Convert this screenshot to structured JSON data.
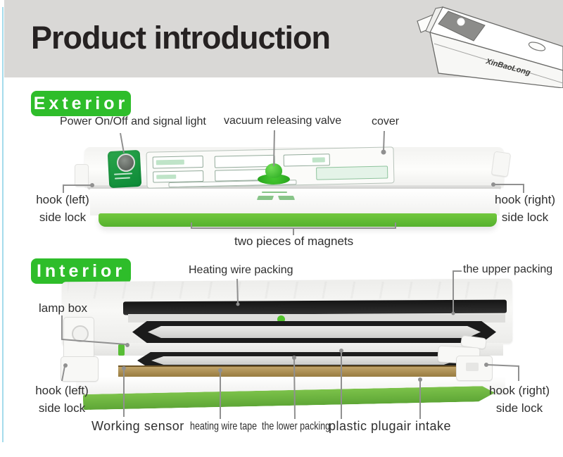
{
  "page": {
    "banner_bg": "#d9d8d6",
    "accent_green": "#2ebd2a",
    "stripe_green": "#63bd35",
    "leader_gray": "#909090"
  },
  "header": {
    "title": "Product introduction",
    "brand": "XinBaoLong"
  },
  "icons": {
    "screw": "+"
  },
  "exterior": {
    "section_label": "Exterior",
    "labels": {
      "power": "Power On/Off and signal light",
      "valve": "vacuum releasing valve",
      "cover": "cover",
      "hook_left_line1": "hook (left)",
      "hook_left_line2": "side lock",
      "hook_right_line1": "hook (right)",
      "hook_right_line2": "side lock",
      "magnets": "two pieces of magnets"
    }
  },
  "interior": {
    "section_label": "Interior",
    "labels": {
      "heating_wire_packing": "Heating wire packing",
      "upper_packing": "the upper packing",
      "lamp_box": "lamp box",
      "hook_left_line1": "hook (left)",
      "hook_left_line2": "side lock",
      "working_sensor": "Working sensor",
      "heating_wire_tape": "heating wire tape",
      "lower_packing": "the lower packing",
      "plastic_plug": "plastic plug",
      "air_intake": "air intake",
      "hook_right_line1": "hook (right)",
      "hook_right_line2": "side lock"
    }
  }
}
